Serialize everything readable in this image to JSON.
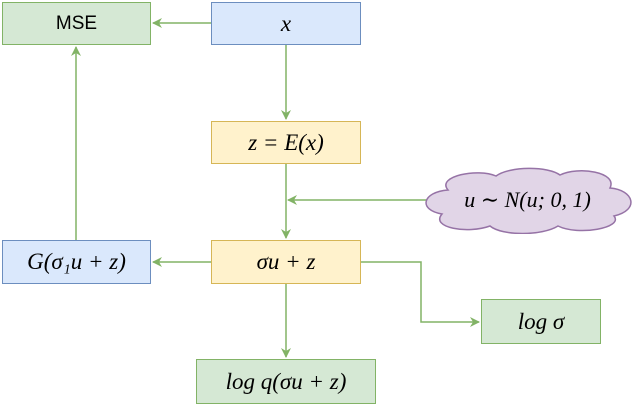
{
  "diagram": {
    "nodes": {
      "mse": {
        "label": "MSE"
      },
      "x": {
        "label": "x"
      },
      "encoder": {
        "label": "z = E(x)"
      },
      "noise": {
        "label": "u ∼ N(u; 0, 1)"
      },
      "generator": {
        "label": "G(σ₁u + z)"
      },
      "reparam": {
        "label": "σu + z"
      },
      "log_sigma": {
        "label": "log σ"
      },
      "log_q": {
        "label": "log q(σu + z)"
      }
    },
    "edges": [
      {
        "from": "x",
        "to": "mse"
      },
      {
        "from": "x",
        "to": "encoder"
      },
      {
        "from": "encoder",
        "to": "reparam"
      },
      {
        "from": "noise",
        "to": "encoder-reparam-edge"
      },
      {
        "from": "reparam",
        "to": "generator"
      },
      {
        "from": "generator",
        "to": "mse"
      },
      {
        "from": "reparam",
        "to": "log_sigma"
      },
      {
        "from": "reparam",
        "to": "log_q"
      }
    ],
    "colors": {
      "edge": "#82b366",
      "green_fill": "#d5e8d4",
      "green_stroke": "#82b366",
      "blue_fill": "#dae8fc",
      "blue_stroke": "#6c8ebf",
      "yellow_fill": "#fff2cc",
      "yellow_stroke": "#d6b656",
      "purple_fill": "#e1d5e7",
      "purple_stroke": "#9673a6"
    }
  }
}
